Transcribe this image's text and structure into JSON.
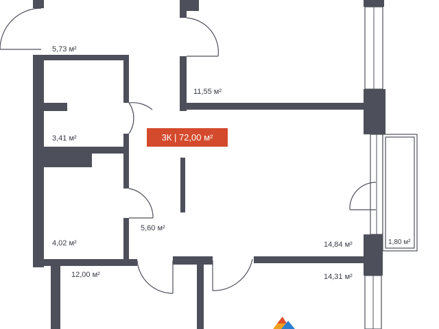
{
  "apartment": {
    "summary": "3К | 72,00 м²",
    "badge_color": "#d44a2c"
  },
  "rooms": [
    {
      "area": "5,73 м²"
    },
    {
      "area": "11,55 м²"
    },
    {
      "area": "3,41 м²"
    },
    {
      "area": "4,02 м²"
    },
    {
      "area": "5,60 м²"
    },
    {
      "area": "14,84 м²"
    },
    {
      "area": "1,80 м²"
    },
    {
      "area": "12,00 м²"
    },
    {
      "area": "14,31 м²"
    }
  ],
  "colors": {
    "wall": "#4d4f5a",
    "logo": [
      "#f0a020",
      "#2a7fd0",
      "#e05030"
    ]
  },
  "icons": [
    "logo-icon"
  ]
}
